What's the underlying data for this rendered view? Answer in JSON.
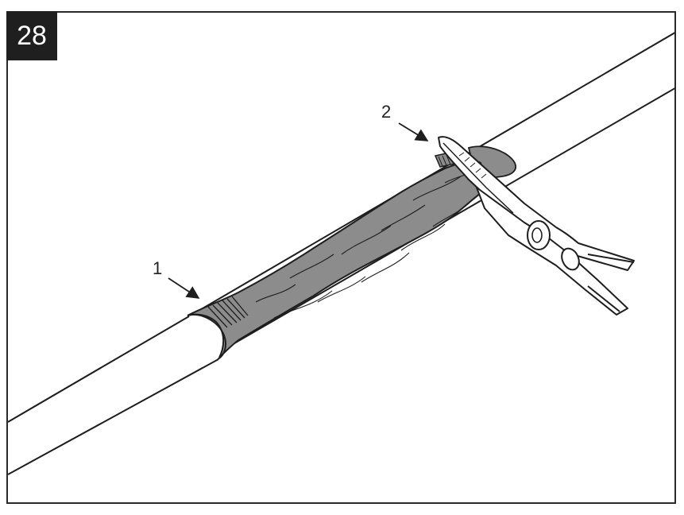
{
  "step": {
    "number": "28"
  },
  "callouts": [
    {
      "label": "1",
      "target": "sleeve"
    },
    {
      "label": "2",
      "target": "pliers-tip"
    }
  ],
  "colors": {
    "sleeve": "#8c8c8c",
    "sleeve_dark": "#6f6f6f",
    "line": "#1e1e1e",
    "badge_bg": "#1f1f1f",
    "badge_text": "#ffffff"
  }
}
